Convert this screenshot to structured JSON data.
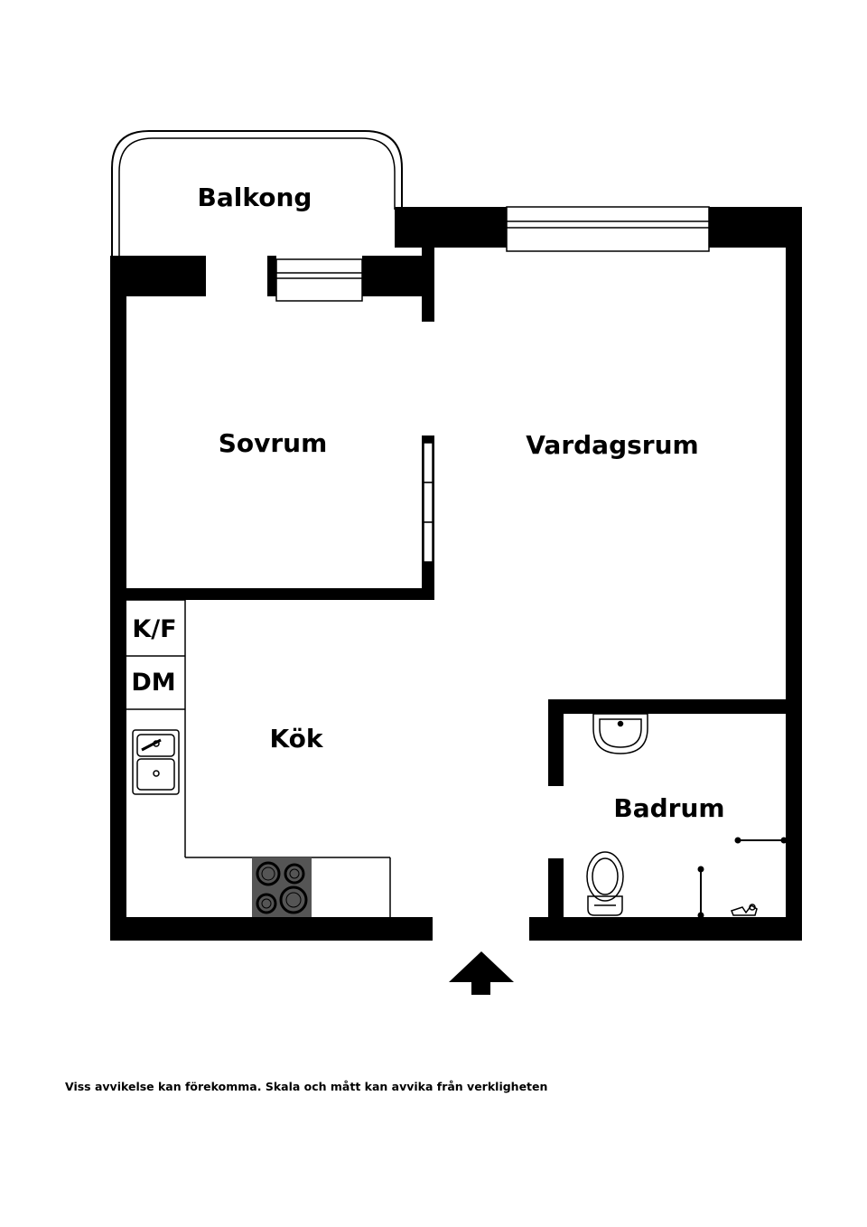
{
  "rooms": {
    "balcony": "Balkong",
    "bedroom": "Sovrum",
    "living_room": "Vardagsrum",
    "kitchen": "Kök",
    "bathroom": "Badrum"
  },
  "fixtures": {
    "fridge_freezer": "K/F",
    "dishwasher": "DM"
  },
  "icons": {
    "entrance": "arrow-up-icon",
    "sink": "sink-icon",
    "stove": "stove-icon",
    "washbasin": "washbasin-icon",
    "toilet": "toilet-icon",
    "shower": "shower-icon"
  },
  "colors": {
    "wall": "#000000",
    "stove": "#555555"
  },
  "footer": {
    "disclaimer": "Viss avvikelse kan förekomma. Skala och mått kan avvika från verkligheten"
  }
}
